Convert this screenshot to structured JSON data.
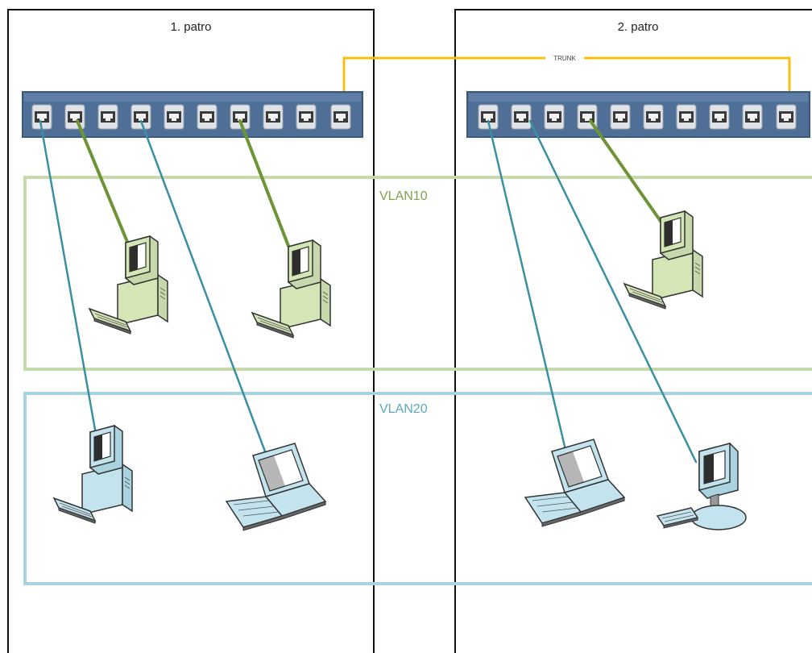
{
  "floors": [
    {
      "title": "1. patro"
    },
    {
      "title": "2. patro"
    }
  ],
  "trunk": {
    "label": "TRUNK",
    "color": "#f5c010"
  },
  "vlans": [
    {
      "label": "VLAN10",
      "color": "#7fa04a",
      "frame_color": "#c5d9ad",
      "device_fill": "#d4e6b5",
      "link_color": "#6d9436"
    },
    {
      "label": "VLAN20",
      "color": "#5aa9bd",
      "frame_color": "#a9d3df",
      "device_fill": "#c3e4ee",
      "link_color": "#3a8fa3"
    }
  ],
  "colors": {
    "switch_body": "#4f6f96",
    "switch_border": "#3b5a80",
    "building_border": "#111111"
  },
  "devices": [
    {
      "floor": "1. patro",
      "vlan": "VLAN10",
      "type": "desktop-pc"
    },
    {
      "floor": "1. patro",
      "vlan": "VLAN10",
      "type": "desktop-pc"
    },
    {
      "floor": "1. patro",
      "vlan": "VLAN20",
      "type": "desktop-pc"
    },
    {
      "floor": "1. patro",
      "vlan": "VLAN20",
      "type": "laptop"
    },
    {
      "floor": "2. patro",
      "vlan": "VLAN10",
      "type": "desktop-pc"
    },
    {
      "floor": "2. patro",
      "vlan": "VLAN20",
      "type": "laptop"
    },
    {
      "floor": "2. patro",
      "vlan": "VLAN20",
      "type": "lcd-workstation"
    }
  ]
}
